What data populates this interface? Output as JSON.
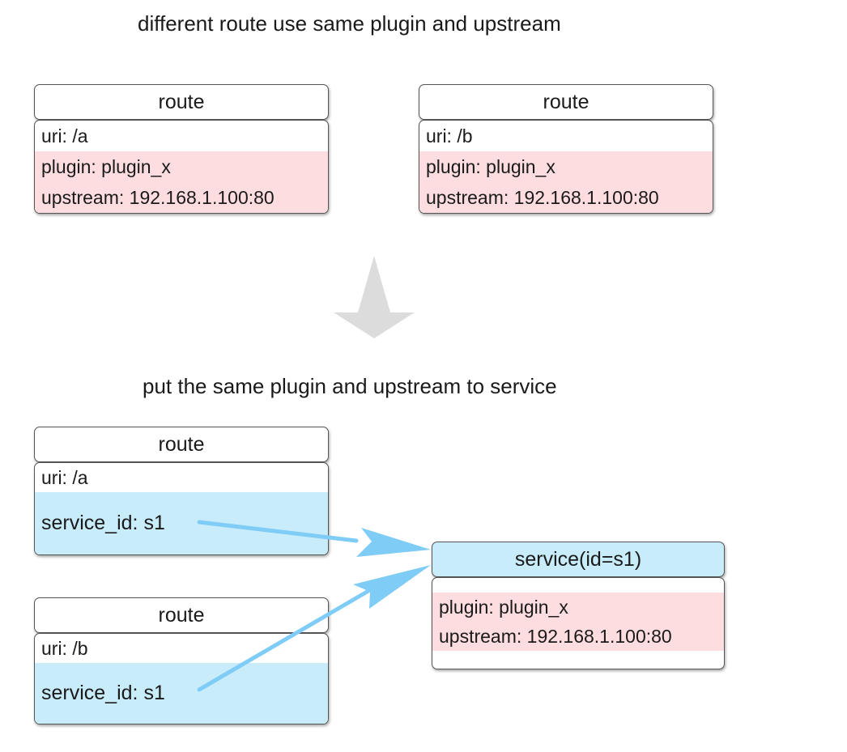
{
  "top_caption": "different route use same plugin and upstream",
  "bottom_caption": "put the same plugin and upstream to service",
  "before": {
    "route_a": {
      "title": "route",
      "uri": "uri: /a",
      "plugin": "plugin: plugin_x",
      "upstream": "upstream: 192.168.1.100:80"
    },
    "route_b": {
      "title": "route",
      "uri": "uri: /b",
      "plugin": "plugin: plugin_x",
      "upstream": "upstream: 192.168.1.100:80"
    }
  },
  "after": {
    "route_a": {
      "title": "route",
      "uri": "uri: /a",
      "service_id": "service_id: s1"
    },
    "route_b": {
      "title": "route",
      "uri": "uri: /b",
      "service_id": "service_id: s1"
    },
    "service": {
      "title": "service(id=s1)",
      "plugin": "plugin: plugin_x",
      "upstream": "upstream: 192.168.1.100:80"
    }
  },
  "colors": {
    "pink": "#fddde0",
    "cyan": "#c9ecfb",
    "arrow": "#7fcdf7",
    "down_arrow": "#dcdcdc"
  }
}
